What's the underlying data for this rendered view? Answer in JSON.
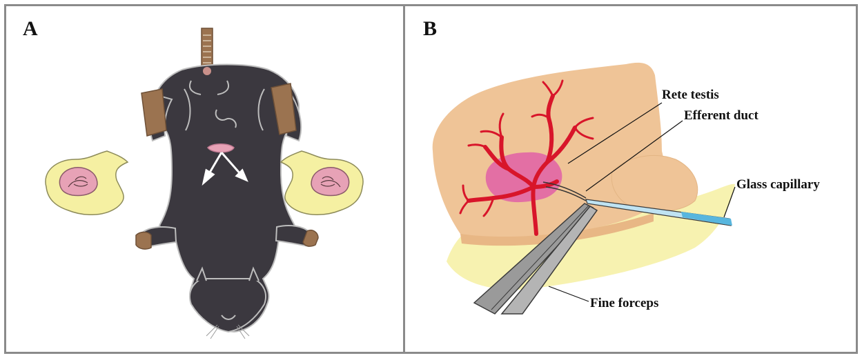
{
  "panels": {
    "a": {
      "label": "A"
    },
    "b": {
      "label": "B",
      "callouts": {
        "rete_testis": "Rete testis",
        "efferent_duct": "Efferent duct",
        "glass_capillary": "Glass capillary",
        "fine_forceps": "Fine forceps"
      }
    }
  },
  "colors": {
    "frame": "#8a8a8a",
    "mouse_body": "#3b383f",
    "mouse_outline": "#bdbdbd",
    "paw": "#9b7350",
    "testis_fat": "#f5f0a2",
    "testis": "#e7a2b6",
    "tissue": "#efc497",
    "fat_pad": "#f7f2b0",
    "rete": "#e8197a",
    "vessels": "#d8152a",
    "capillary": "#58b6de",
    "forceps": "#9a9a9a"
  }
}
